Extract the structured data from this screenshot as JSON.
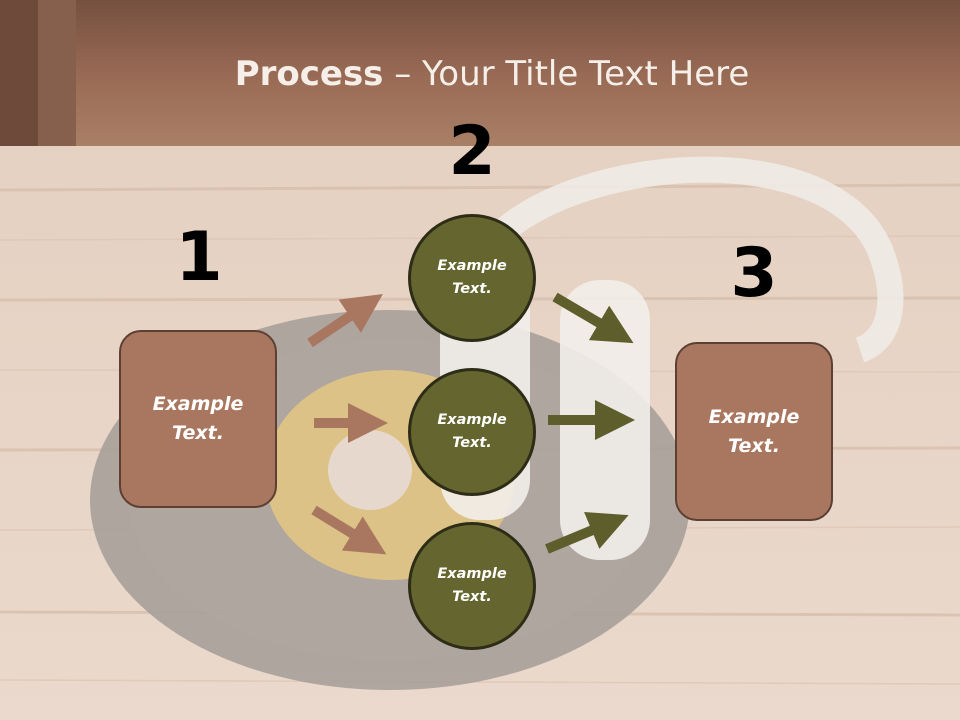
{
  "title": {
    "bold": "Process",
    "rest": " – Your Title Text Here"
  },
  "steps": [
    {
      "number": "1",
      "box_text": "Example\nText."
    },
    {
      "number": "2",
      "circles": [
        "Example\nText.",
        "Example\nText.",
        "Example\nText."
      ]
    },
    {
      "number": "3",
      "box_text": "Example\nText."
    }
  ],
  "colors": {
    "brown": "#a97760",
    "olive": "#65662f",
    "arrow_brown": "#a97760",
    "arrow_olive": "#5d5e2c"
  }
}
